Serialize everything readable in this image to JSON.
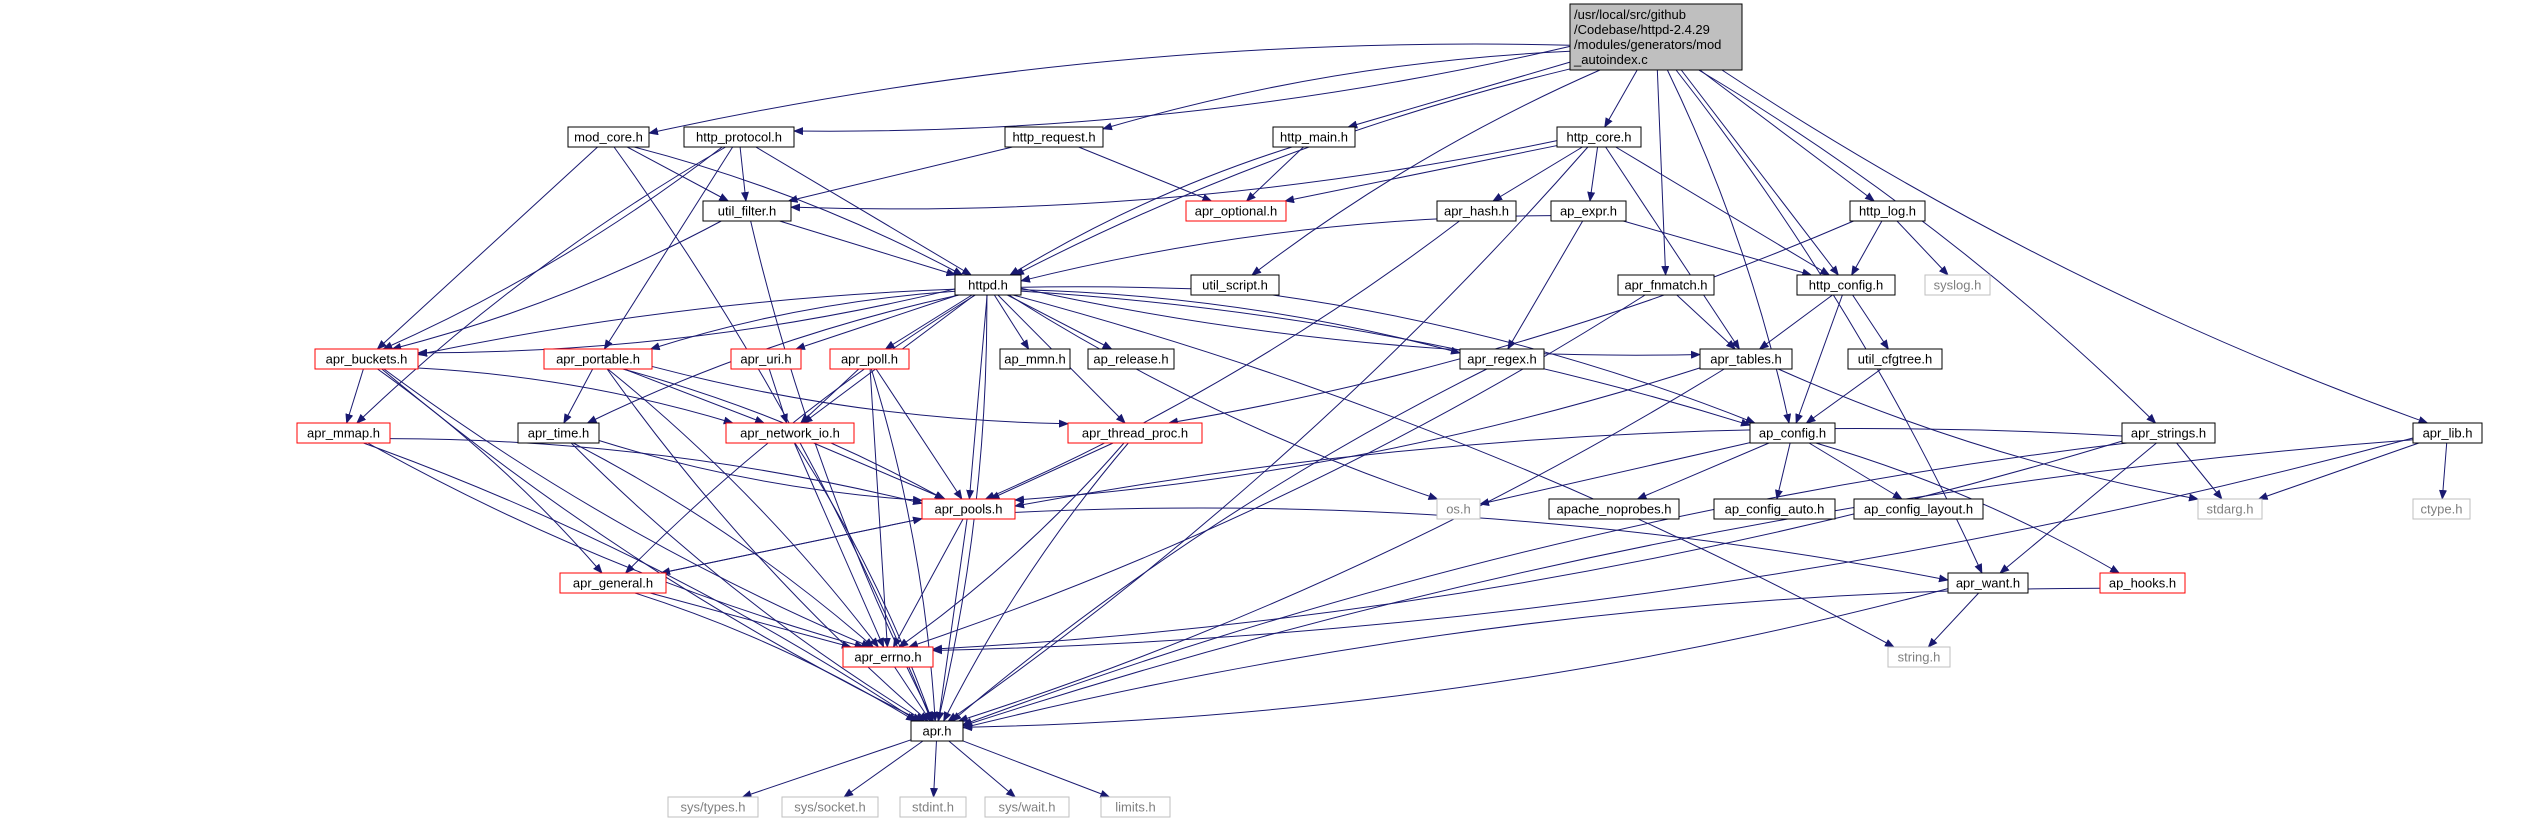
{
  "diagram": {
    "root": "/usr/local/src/github/Codebase/httpd-2.4.29/modules/generators/mod_autoindex.c",
    "root_lines": [
      "/usr/local/src/github",
      "/Codebase/httpd-2.4.29",
      "/modules/generators/mod",
      "_autoindex.c"
    ],
    "colors": {
      "edge": "#191970",
      "normal_border": "#000000",
      "red_border": "#ff0000",
      "gray_border": "#bfbfbf",
      "gray_text": "#7f7f7f",
      "root_fill": "#bfbfbf"
    },
    "nodes": [
      {
        "id": "root",
        "label": "/usr/local/src/github/Codebase/httpd-2.4.29/modules/generators/mod_autoindex.c",
        "style": "root"
      },
      {
        "id": "mod_core",
        "label": "mod_core.h",
        "style": "normal"
      },
      {
        "id": "http_protocol",
        "label": "http_protocol.h",
        "style": "normal"
      },
      {
        "id": "http_request",
        "label": "http_request.h",
        "style": "normal"
      },
      {
        "id": "http_main",
        "label": "http_main.h",
        "style": "normal"
      },
      {
        "id": "http_core",
        "label": "http_core.h",
        "style": "normal"
      },
      {
        "id": "util_filter",
        "label": "util_filter.h",
        "style": "normal"
      },
      {
        "id": "apr_optional",
        "label": "apr_optional.h",
        "style": "red"
      },
      {
        "id": "apr_hash",
        "label": "apr_hash.h",
        "style": "normal"
      },
      {
        "id": "ap_expr",
        "label": "ap_expr.h",
        "style": "normal"
      },
      {
        "id": "http_log",
        "label": "http_log.h",
        "style": "normal"
      },
      {
        "id": "httpd",
        "label": "httpd.h",
        "style": "normal"
      },
      {
        "id": "util_script",
        "label": "util_script.h",
        "style": "normal"
      },
      {
        "id": "apr_fnmatch",
        "label": "apr_fnmatch.h",
        "style": "normal"
      },
      {
        "id": "http_config",
        "label": "http_config.h",
        "style": "normal"
      },
      {
        "id": "syslog",
        "label": "syslog.h",
        "style": "gray"
      },
      {
        "id": "apr_buckets",
        "label": "apr_buckets.h",
        "style": "red"
      },
      {
        "id": "apr_portable",
        "label": "apr_portable.h",
        "style": "red"
      },
      {
        "id": "apr_uri",
        "label": "apr_uri.h",
        "style": "red"
      },
      {
        "id": "apr_poll",
        "label": "apr_poll.h",
        "style": "red"
      },
      {
        "id": "ap_mmn",
        "label": "ap_mmn.h",
        "style": "normal"
      },
      {
        "id": "ap_release",
        "label": "ap_release.h",
        "style": "normal"
      },
      {
        "id": "apr_regex",
        "label": "apr_regex.h",
        "style": "normal"
      },
      {
        "id": "apr_tables",
        "label": "apr_tables.h",
        "style": "normal"
      },
      {
        "id": "util_cfgtree",
        "label": "util_cfgtree.h",
        "style": "normal"
      },
      {
        "id": "apr_mmap",
        "label": "apr_mmap.h",
        "style": "red"
      },
      {
        "id": "apr_time",
        "label": "apr_time.h",
        "style": "normal"
      },
      {
        "id": "apr_network_io",
        "label": "apr_network_io.h",
        "style": "red"
      },
      {
        "id": "apr_thread_proc",
        "label": "apr_thread_proc.h",
        "style": "red"
      },
      {
        "id": "ap_config",
        "label": "ap_config.h",
        "style": "normal"
      },
      {
        "id": "apr_strings",
        "label": "apr_strings.h",
        "style": "normal"
      },
      {
        "id": "apr_lib",
        "label": "apr_lib.h",
        "style": "normal"
      },
      {
        "id": "apr_pools",
        "label": "apr_pools.h",
        "style": "red"
      },
      {
        "id": "os",
        "label": "os.h",
        "style": "gray"
      },
      {
        "id": "apache_noprobes",
        "label": "apache_noprobes.h",
        "style": "normal"
      },
      {
        "id": "ap_config_auto",
        "label": "ap_config_auto.h",
        "style": "normal"
      },
      {
        "id": "ap_config_layout",
        "label": "ap_config_layout.h",
        "style": "normal"
      },
      {
        "id": "stdarg",
        "label": "stdarg.h",
        "style": "gray"
      },
      {
        "id": "ctype",
        "label": "ctype.h",
        "style": "gray"
      },
      {
        "id": "apr_general",
        "label": "apr_general.h",
        "style": "red"
      },
      {
        "id": "apr_want",
        "label": "apr_want.h",
        "style": "normal"
      },
      {
        "id": "ap_hooks",
        "label": "ap_hooks.h",
        "style": "red"
      },
      {
        "id": "apr_errno",
        "label": "apr_errno.h",
        "style": "red"
      },
      {
        "id": "string",
        "label": "string.h",
        "style": "gray"
      },
      {
        "id": "apr",
        "label": "apr.h",
        "style": "normal"
      },
      {
        "id": "sys_types",
        "label": "sys/types.h",
        "style": "gray"
      },
      {
        "id": "sys_socket",
        "label": "sys/socket.h",
        "style": "gray"
      },
      {
        "id": "stdint",
        "label": "stdint.h",
        "style": "gray"
      },
      {
        "id": "sys_wait",
        "label": "sys/wait.h",
        "style": "gray"
      },
      {
        "id": "limits",
        "label": "limits.h",
        "style": "gray"
      }
    ],
    "edges": [
      [
        "root",
        "mod_core"
      ],
      [
        "root",
        "http_protocol"
      ],
      [
        "root",
        "http_request"
      ],
      [
        "root",
        "http_main"
      ],
      [
        "root",
        "http_core"
      ],
      [
        "root",
        "http_log"
      ],
      [
        "root",
        "apr_fnmatch"
      ],
      [
        "root",
        "http_config"
      ],
      [
        "root",
        "util_script"
      ],
      [
        "root",
        "apr_strings"
      ],
      [
        "root",
        "apr_lib"
      ],
      [
        "root",
        "ap_config"
      ],
      [
        "root",
        "httpd"
      ],
      [
        "root",
        "apr_want"
      ],
      [
        "mod_core",
        "util_filter"
      ],
      [
        "mod_core",
        "httpd"
      ],
      [
        "mod_core",
        "apr_buckets"
      ],
      [
        "mod_core",
        "apr"
      ],
      [
        "http_protocol",
        "util_filter"
      ],
      [
        "http_protocol",
        "httpd"
      ],
      [
        "http_protocol",
        "apr_portable"
      ],
      [
        "http_protocol",
        "apr_buckets"
      ],
      [
        "http_protocol",
        "apr_mmap"
      ],
      [
        "http_request",
        "util_filter"
      ],
      [
        "http_request",
        "apr_optional"
      ],
      [
        "http_main",
        "apr_optional"
      ],
      [
        "http_main",
        "httpd"
      ],
      [
        "http_core",
        "util_filter"
      ],
      [
        "http_core",
        "apr_optional"
      ],
      [
        "http_core",
        "apr_hash"
      ],
      [
        "http_core",
        "ap_expr"
      ],
      [
        "http_core",
        "http_config"
      ],
      [
        "http_core",
        "apr_tables"
      ],
      [
        "http_core",
        "apr"
      ],
      [
        "util_filter",
        "httpd"
      ],
      [
        "util_filter",
        "apr_buckets"
      ],
      [
        "util_filter",
        "apr"
      ],
      [
        "apr_hash",
        "apr_pools"
      ],
      [
        "ap_expr",
        "httpd"
      ],
      [
        "ap_expr",
        "http_config"
      ],
      [
        "ap_expr",
        "apr_regex"
      ],
      [
        "http_log",
        "http_config"
      ],
      [
        "http_log",
        "syslog"
      ],
      [
        "http_log",
        "apr_thread_proc"
      ],
      [
        "util_script",
        "apr_buckets"
      ],
      [
        "util_script",
        "ap_config"
      ],
      [
        "apr_fnmatch",
        "apr_tables"
      ],
      [
        "apr_fnmatch",
        "apr_errno"
      ],
      [
        "http_config",
        "apr_tables"
      ],
      [
        "http_config",
        "util_cfgtree"
      ],
      [
        "http_config",
        "ap_config"
      ],
      [
        "httpd",
        "apr_buckets"
      ],
      [
        "httpd",
        "apr_portable"
      ],
      [
        "httpd",
        "apr_uri"
      ],
      [
        "httpd",
        "apr_poll"
      ],
      [
        "httpd",
        "ap_mmn"
      ],
      [
        "httpd",
        "ap_release"
      ],
      [
        "httpd",
        "apr_regex"
      ],
      [
        "httpd",
        "apr_tables"
      ],
      [
        "httpd",
        "ap_config"
      ],
      [
        "httpd",
        "apr_time"
      ],
      [
        "httpd",
        "apr_network_io"
      ],
      [
        "httpd",
        "apr_thread_proc"
      ],
      [
        "httpd",
        "apr_pools"
      ],
      [
        "httpd",
        "os"
      ],
      [
        "httpd",
        "string"
      ],
      [
        "httpd",
        "apr_general"
      ],
      [
        "httpd",
        "apr"
      ],
      [
        "apr_buckets",
        "apr_mmap"
      ],
      [
        "apr_buckets",
        "apr_network_io"
      ],
      [
        "apr_buckets",
        "apr_errno"
      ],
      [
        "apr_buckets",
        "apr_general"
      ],
      [
        "apr_buckets",
        "apr"
      ],
      [
        "apr_portable",
        "apr_time"
      ],
      [
        "apr_portable",
        "apr_network_io"
      ],
      [
        "apr_portable",
        "apr_pools"
      ],
      [
        "apr_portable",
        "apr_thread_proc"
      ],
      [
        "apr_portable",
        "apr_errno"
      ],
      [
        "apr_portable",
        "apr"
      ],
      [
        "apr_uri",
        "apr_network_io"
      ],
      [
        "apr_poll",
        "apr_network_io"
      ],
      [
        "apr_poll",
        "apr_pools"
      ],
      [
        "apr_poll",
        "apr_errno"
      ],
      [
        "apr_poll",
        "apr"
      ],
      [
        "apr_regex",
        "apr"
      ],
      [
        "apr_tables",
        "apr_pools"
      ],
      [
        "apr_tables",
        "stdarg"
      ],
      [
        "apr_tables",
        "apr"
      ],
      [
        "util_cfgtree",
        "ap_config"
      ],
      [
        "apr_mmap",
        "apr_pools"
      ],
      [
        "apr_mmap",
        "apr_errno"
      ],
      [
        "apr_mmap",
        "apr"
      ],
      [
        "apr_time",
        "apr_pools"
      ],
      [
        "apr_time",
        "apr_errno"
      ],
      [
        "apr_time",
        "apr"
      ],
      [
        "apr_network_io",
        "apr_pools"
      ],
      [
        "apr_network_io",
        "apr_errno"
      ],
      [
        "apr_network_io",
        "apr"
      ],
      [
        "apr_thread_proc",
        "apr_pools"
      ],
      [
        "apr_thread_proc",
        "apr_errno"
      ],
      [
        "apr_thread_proc",
        "apr"
      ],
      [
        "ap_config",
        "os"
      ],
      [
        "ap_config",
        "apache_noprobes"
      ],
      [
        "ap_config",
        "ap_config_auto"
      ],
      [
        "ap_config",
        "ap_config_layout"
      ],
      [
        "ap_config",
        "ap_hooks"
      ],
      [
        "apr_strings",
        "apr_pools"
      ],
      [
        "apr_strings",
        "stdarg"
      ],
      [
        "apr_strings",
        "apr_want"
      ],
      [
        "apr_strings",
        "apr_errno"
      ],
      [
        "apr_strings",
        "apr"
      ],
      [
        "apr_lib",
        "stdarg"
      ],
      [
        "apr_lib",
        "ctype"
      ],
      [
        "apr_lib",
        "apr_errno"
      ],
      [
        "apr_lib",
        "apr"
      ],
      [
        "apr_pools",
        "apr_general"
      ],
      [
        "apr_pools",
        "apr_errno"
      ],
      [
        "apr_pools",
        "apr_want"
      ],
      [
        "apr_pools",
        "apr"
      ],
      [
        "apr_general",
        "apr_pools"
      ],
      [
        "apr_general",
        "apr_errno"
      ],
      [
        "apr_general",
        "apr"
      ],
      [
        "apr_want",
        "string"
      ],
      [
        "apr_want",
        "apr"
      ],
      [
        "ap_hooks",
        "apr"
      ],
      [
        "apr_errno",
        "apr"
      ],
      [
        "apr",
        "sys_types"
      ],
      [
        "apr",
        "sys_socket"
      ],
      [
        "apr",
        "stdint"
      ],
      [
        "apr",
        "sys_wait"
      ],
      [
        "apr",
        "limits"
      ]
    ]
  }
}
